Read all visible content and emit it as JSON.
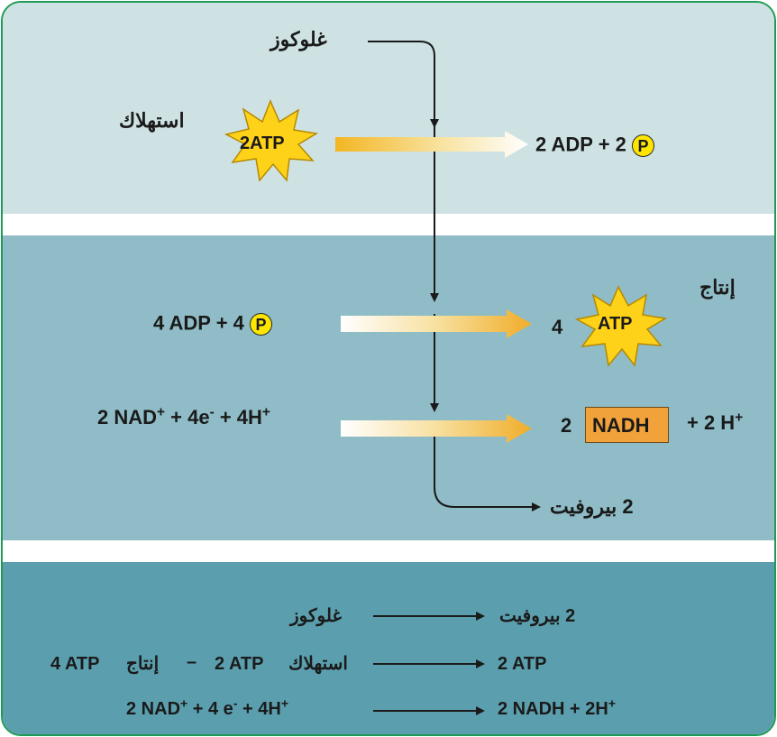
{
  "colors": {
    "frame_border": "#1f9a55",
    "band_top": "#cfe2e3",
    "band_middle": "#8fbcc6",
    "band_bottom": "#5b9fae",
    "star_fill": "#ffd21a",
    "phosphate_fill": "#ffe600",
    "nadh_box": "#f2a23a"
  },
  "top": {
    "glucose": "غلوكوز",
    "consumption": "استهلاك",
    "star_label": "2ATP",
    "products_prefix": "2 ADP + 2",
    "phosphate": "P"
  },
  "middle": {
    "production": "إنتاج",
    "atp_reactants_prefix": "4 ADP + 4",
    "phosphate": "P",
    "atp_coefficient": "4",
    "atp_star_label": "ATP",
    "nad_coef": "2 NAD",
    "plus_sup": "+",
    "nad_mid": " + 4e",
    "minus_sup": "-",
    "nad_end": " + 4H",
    "nadh_coef": "2",
    "nadh_label": "NADH",
    "h_product": "+ 2 H",
    "pyruvate": "2 بيروفيت"
  },
  "summary": {
    "row1_left": "غلوكوز",
    "row1_right": "2 بيروفيت",
    "row2_left_production": "إنتاج",
    "row2_left_atp4": "4 ATP",
    "row2_left_dash": "–",
    "row2_left_atp2": "2 ATP",
    "row2_left_consumption": "استهلاك",
    "row2_right": "2 ATP",
    "row3_left_a": "2 NAD",
    "row3_left_b": " + 4 e",
    "row3_left_c": " + 4H",
    "row3_right_a": "2 NADH + 2H",
    "sup_plus": "+",
    "sup_minus": "-"
  }
}
